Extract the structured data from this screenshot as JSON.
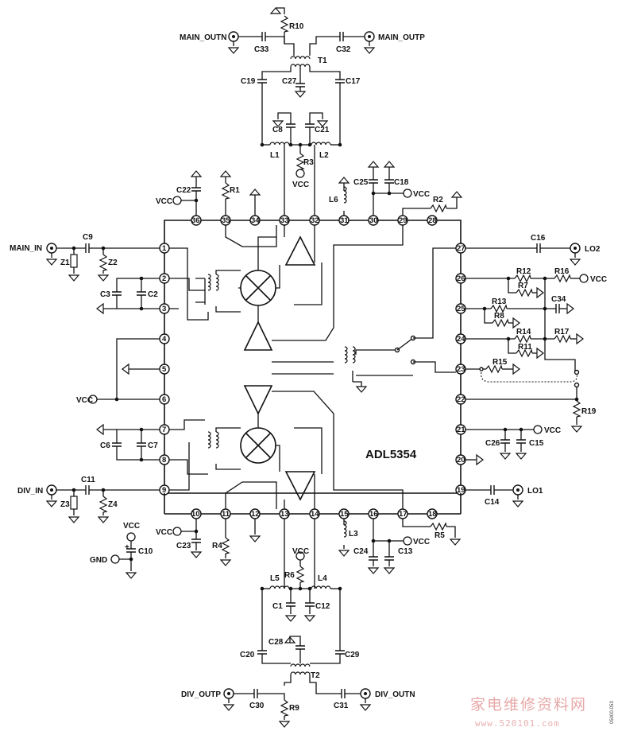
{
  "chip": {
    "name": "ADL5354"
  },
  "pins": {
    "left": [
      "1",
      "2",
      "3",
      "4",
      "5",
      "6",
      "7",
      "8",
      "9"
    ],
    "bottom": [
      "10",
      "11",
      "12",
      "13",
      "14",
      "15",
      "16",
      "17",
      "18"
    ],
    "right": [
      "19",
      "20",
      "21",
      "22",
      "23",
      "24",
      "25",
      "26",
      "27"
    ],
    "top": [
      "36",
      "35",
      "34",
      "33",
      "32",
      "31",
      "30",
      "29",
      "28"
    ]
  },
  "ports": {
    "main_outn": "MAIN_OUTN",
    "main_outp": "MAIN_OUTP",
    "main_in": "MAIN_IN",
    "div_in": "DIV_IN",
    "div_outp": "DIV_OUTP",
    "div_outn": "DIV_OUTN",
    "lo1": "LO1",
    "lo2": "LO2",
    "gnd": "GND",
    "vcc": "VCC"
  },
  "components": {
    "R10": "R10",
    "C33": "C33",
    "C32": "C32",
    "T1": "T1",
    "C19": "C19",
    "C27": "C27",
    "C17": "C17",
    "C8": "C8",
    "C21": "C21",
    "L1": "L1",
    "L2": "L2",
    "R3": "R3",
    "C22": "C22",
    "R1": "R1",
    "L6": "L6",
    "C25": "C25",
    "C18": "C18",
    "R2": "R2",
    "C9": "C9",
    "Z1": "Z1",
    "Z2": "Z2",
    "C3": "C3",
    "C2": "C2",
    "C16": "C16",
    "R12": "R12",
    "R16": "R16",
    "R7": "R7",
    "R13": "R13",
    "C34": "C34",
    "R8": "R8",
    "R14": "R14",
    "R17": "R17",
    "R11": "R11",
    "R15": "R15",
    "R19": "R19",
    "C26": "C26",
    "C15": "C15",
    "C6": "C6",
    "C7": "C7",
    "C11": "C11",
    "Z3": "Z3",
    "Z4": "Z4",
    "C14": "C14",
    "R4": "R4",
    "C23": "C23",
    "L3": "L3",
    "C24": "C24",
    "C13": "C13",
    "R5": "R5",
    "C10": "C10",
    "L5": "L5",
    "R6": "R6",
    "L4": "L4",
    "C1": "C1",
    "C12": "C12",
    "C28": "C28",
    "C20": "C20",
    "C29": "C29",
    "T2": "T2",
    "C30": "C30",
    "R9": "R9",
    "C31": "C31"
  },
  "polarity_mark": "+",
  "watermark": {
    "title": "家电维修资料网",
    "url": "www.520101.com"
  },
  "figure_code": "05000-053"
}
